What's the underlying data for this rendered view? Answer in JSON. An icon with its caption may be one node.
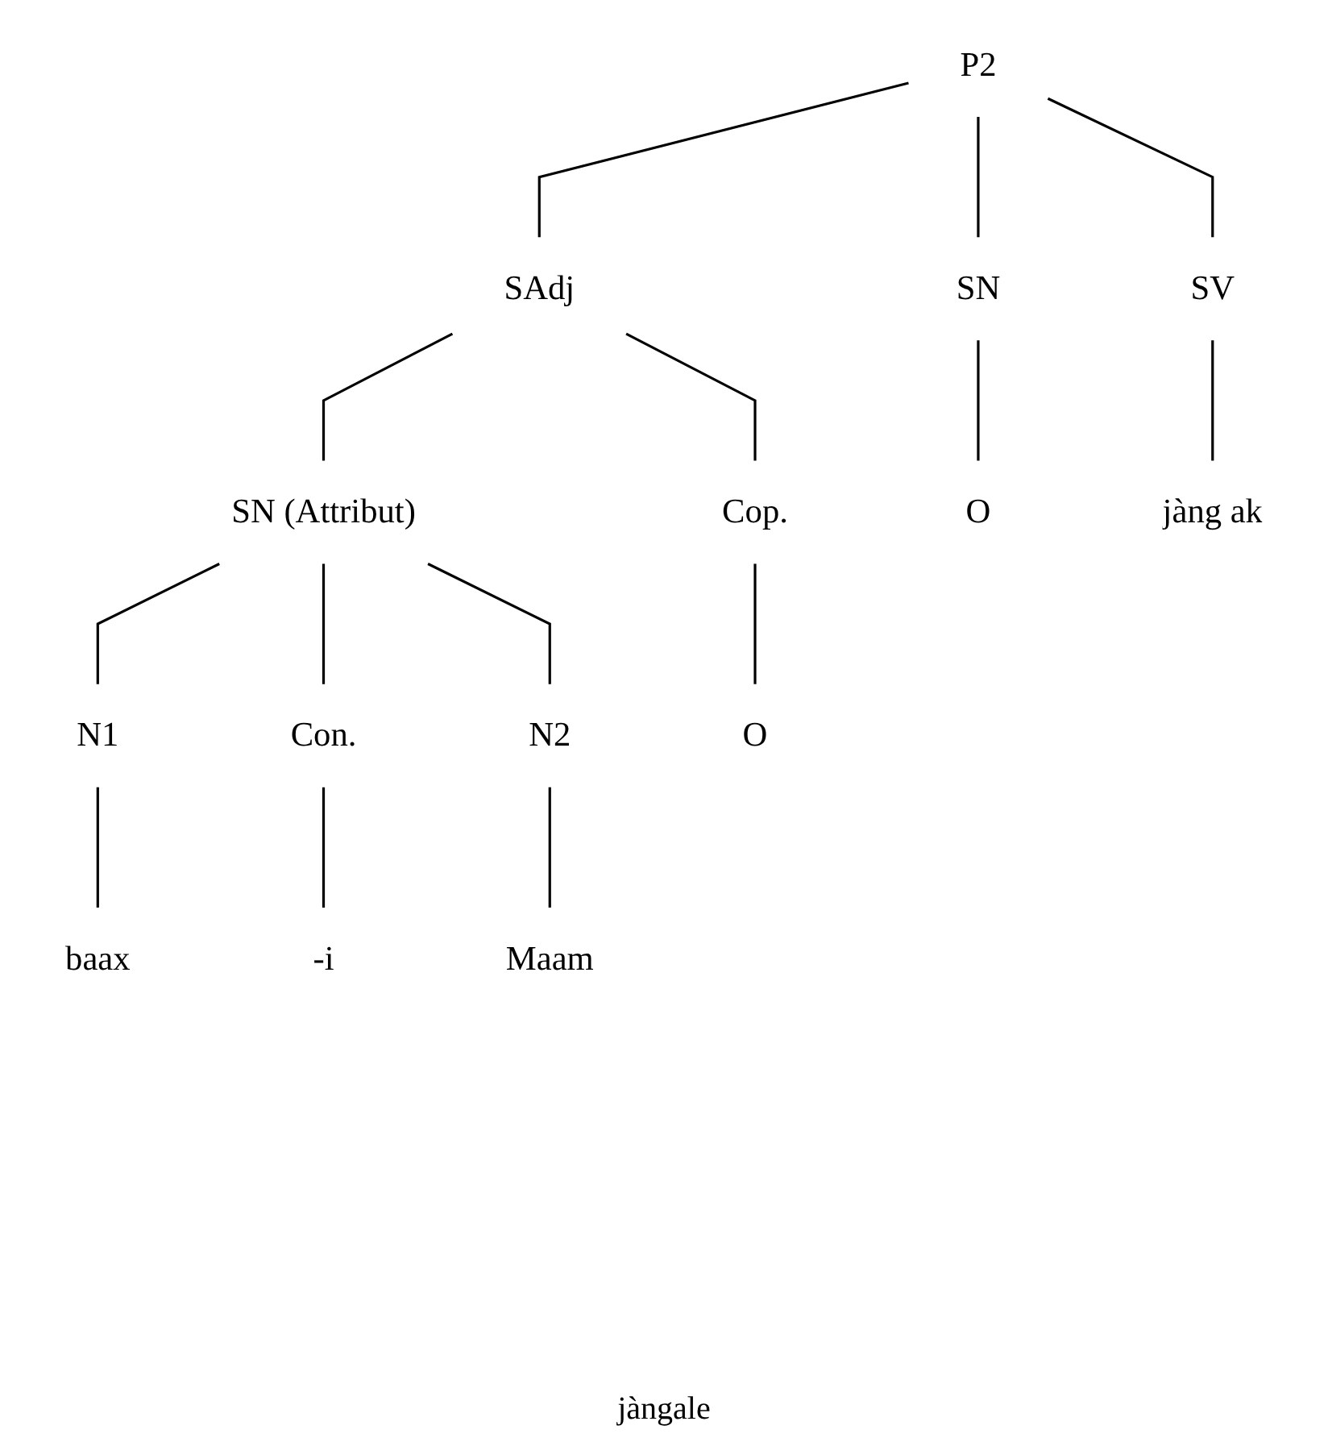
{
  "diagram": {
    "nodes": [
      {
        "text": [
          "P2"
        ]
      },
      {
        "text": [
          "SN"
        ]
      },
      {
        "text": [
          "SV"
        ]
      },
      {
        "text": [
          "SAdj"
        ]
      },
      {
        "text": [
          "Cop."
        ]
      },
      {
        "text": [
          "SN (Attribut)"
        ]
      },
      {
        "text": [
          "N1"
        ]
      },
      {
        "text": [
          "Con."
        ]
      },
      {
        "text": [
          "N2"
        ]
      },
      {
        "text": [
          "O"
        ]
      },
      {
        "text": [
          "jàng ak"
        ]
      },
      {
        "text": [
          "O"
        ]
      },
      {
        "text": [
          "baax"
        ]
      },
      {
        "text": [
          "-i"
        ]
      },
      {
        "text": [
          "Maam"
        ]
      }
    ],
    "edges": [
      {
        "from": 0,
        "to": 1,
        "arrow": "none"
      },
      {
        "from": 0,
        "to": 2,
        "arrow": "none"
      },
      {
        "from": 0,
        "to": 3,
        "arrow": "none"
      },
      {
        "from": 3,
        "to": 4,
        "arrow": "none"
      },
      {
        "from": 3,
        "to": 5,
        "arrow": "none"
      },
      {
        "from": 5,
        "to": 6,
        "arrow": "none"
      },
      {
        "from": 5,
        "to": 7,
        "arrow": "none"
      },
      {
        "from": 5,
        "to": 8,
        "arrow": "none"
      },
      {
        "from": 1,
        "to": 9,
        "arrow": "none"
      },
      {
        "from": 2,
        "to": 10,
        "arrow": "none"
      },
      {
        "from": 4,
        "to": 11,
        "arrow": "none"
      },
      {
        "from": 6,
        "to": 12,
        "arrow": "none"
      },
      {
        "from": 7,
        "to": 13,
        "arrow": "none"
      },
      {
        "from": 8,
        "to": 14,
        "arrow": "none"
      }
    ],
    "labels": [
      "jàngale"
    ]
  }
}
